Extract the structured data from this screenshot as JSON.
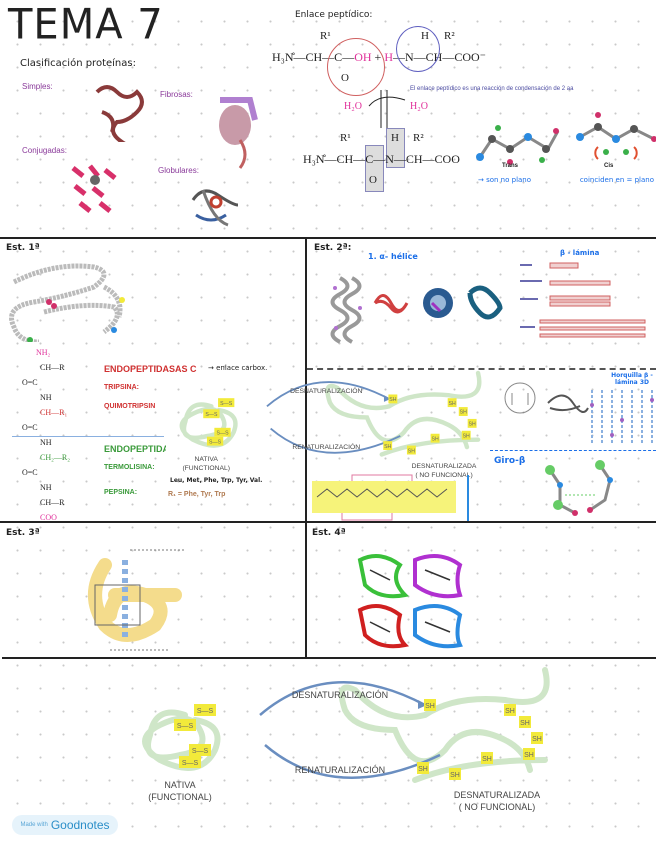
{
  "header": {
    "title": "TEMA 7",
    "peptide_bond_heading": "Enlace peptídico:"
  },
  "classification": {
    "heading": "Clasificación proteínas:",
    "simple": "Simples:",
    "fibrous": "Fibrosas:",
    "conjugated": "Conjugadas:",
    "globular": "Globulares:"
  },
  "peptide": {
    "reactant_left": "H₃N̊—CH—C—",
    "oh": "OH",
    "plus": "+",
    "h": "H",
    "reactant_right": "—N—CH—COO⁻",
    "r1": "R¹",
    "r2": "R²",
    "h_top": "H",
    "o": "O",
    "note": "El enlace peptídico es una reacción de condensación de 2 aa",
    "water_in": "H₂O",
    "water_out": "H₂O",
    "product_left": "H₃N̊—CH—",
    "product_c": "C",
    "product_n": "N",
    "product_right": "—CH—COO",
    "trans": "Trans",
    "cis": "Cis",
    "trans_note": "→ son no plano",
    "cis_note": "coinciden en = plano"
  },
  "est1": {
    "label": "Est. 1ª",
    "chain": [
      "NH₂",
      "CH—R",
      "O=C",
      "NH",
      "CH—R₁",
      "O=C",
      "NH",
      "CH₂—R₂",
      "O=C",
      "NH",
      "CH—R",
      "COO"
    ],
    "endo_c": "ENDOPEPTIDASAS C",
    "endo_c_note": "→ enlace carbox.",
    "tripsina": "TRIPSINA:",
    "quimotripsina": "QUIMOTRIPSIN",
    "endo_n": "ENDOPEPTIDA",
    "termolisina": "TERMOLISINA:",
    "termolisina_note": "Leu, Met, Phe, Trp, Tyr, Val.",
    "pepsina": "PEPSINA:",
    "pepsina_note": "R₁ = Phe, Tyr, Trp"
  },
  "est2": {
    "label": "Est. 2ª:",
    "alpha": "1. α- hélice",
    "beta": "β - lámina",
    "hairpin": "Horquilla β - lámina 3D",
    "turn": "Giro-β"
  },
  "est3": {
    "label": "Est. 3ª"
  },
  "est4": {
    "label": "Est. 4ª"
  },
  "denaturation": {
    "forward": "DESNATURALIZACIÓN",
    "reverse": "RENATURALIZACIÓN",
    "native": "NATIVA",
    "native_sub": "(FUNCTIONAL)",
    "denatured": "DESNATURALIZADA",
    "denatured_sub": "( NO FUNCIONAL)",
    "ss": "S—S",
    "sh": "SH"
  },
  "footer": {
    "made_with": "Made with",
    "brand": "Goodnotes"
  },
  "colors": {
    "red": "#d03030",
    "green": "#3a9a3a",
    "blue": "#1a6ee8",
    "purple": "#8a3a9a",
    "strand": "#cfe6c8",
    "tag": "#f2ea3a"
  }
}
